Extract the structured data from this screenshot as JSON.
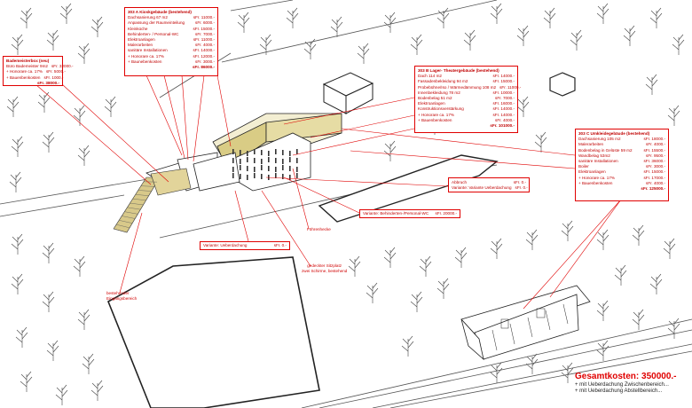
{
  "box_a": {
    "title": "303 A   Kiosk­gebäude (bestehend)",
    "rows": [
      [
        "Dachsanierung   67 m2",
        "sFr. 11000.-"
      ],
      [
        "Anpassung der Raumeinteilung",
        "sFr. 6000.-"
      ],
      [
        "Kleinküche",
        "sFr. 15000.-"
      ],
      [
        "Behinderten- / Personal-WC",
        "sFr. 7000.-"
      ],
      [
        "Elektroanlagen",
        "sFr. 11000.-"
      ],
      [
        "Malerarbeiten",
        "sFr. 4000.-"
      ],
      [
        "sanitäre Installationen",
        "sFr. 14000.-"
      ],
      [
        "+ Honorare ca. 17%",
        "sFr. 12000.-"
      ],
      [
        "+ Baunebenkosten",
        "sFr. 3000.-"
      ],
      [
        "",
        "sFr. 86000.-"
      ]
    ]
  },
  "box_left": {
    "title": "Bademeisterbox (neu)",
    "rows": [
      [
        "Büro Bademeister  9m2",
        "sFr. 32000.-"
      ],
      [
        "+ Honorare ca. 17%",
        "sFr. 5000.-"
      ],
      [
        "+ Bauenbenkosten",
        "sFr. 1000.-"
      ],
      [
        "",
        "sFr. 38000.-"
      ]
    ]
  },
  "box_b": {
    "title": "303 B   Lager- Theatergebäude (bestehend)",
    "rows": [
      [
        "Dach   114 m2",
        "sFr. 14000.-"
      ],
      [
        "Fassadenbekleidung   94 m2",
        "sFr. 15000.-"
      ],
      [
        "Probebühne/Iso / Wärmedämmung   108 m2",
        "sFr. 11000.-"
      ],
      [
        "Innenbekleidung   78 m2",
        "sFr. 10000.-"
      ],
      [
        "Bodenbelag   51 m2",
        "sFr. 7000.-"
      ],
      [
        "Elektroanlagen",
        "sFr. 16000.-"
      ],
      [
        "Konstruktionsverstärkung",
        "sFr. 14000.-"
      ],
      [
        "+ Honorare ca. 17%",
        "sFr. 14000.-"
      ],
      [
        "+ Bauenbenkosten",
        "sFr. 4000.-"
      ],
      [
        "",
        "sFr. 101000.-"
      ]
    ]
  },
  "box_c": {
    "title": "303 C   Umkleidegebäude (bestehend)",
    "rows": [
      [
        "Dachsanierung   105 m2",
        "sFr. 18000.-"
      ],
      [
        "Malerarbeiten",
        "sFr. 4000.-"
      ],
      [
        "Bodenbelag in Gelüste   59 m2",
        "sFr. 15500.-"
      ],
      [
        "Wandbelag 53m2",
        "sFr. 9500.-"
      ],
      [
        "sanitäre Installationen",
        "sFr. 36000.-"
      ],
      [
        "Boiler",
        "sFr. 3000.-"
      ],
      [
        "Elektroanlagen",
        "sFr. 15000.-"
      ],
      [
        "+ Honorare ca. 17%",
        "sFr. 17000.-"
      ],
      [
        "+ Bauenbenkosten",
        "sFr. 4000.-"
      ],
      [
        "",
        "sFr. 125000.-"
      ]
    ]
  },
  "box_abbruch": {
    "rows": [
      [
        "Abbruch",
        "sFr. 0.-"
      ],
      [
        "Variante: Variante Ueberdachung",
        "sFr. 0.-"
      ]
    ]
  },
  "box_wc": {
    "rows": [
      [
        "Variante: Behinderten-/Personal-WC",
        "sFr. 20000.-"
      ]
    ]
  },
  "box_ueber": {
    "rows": [
      [
        "Variante: Ueberdachung",
        "sFr. 0.-"
      ]
    ]
  },
  "labels": {
    "foehrenhecke": "Föhrenhecke",
    "sitzplatz_1": "gedeckter Sitzplatz",
    "sitzplatz_2": "zwei Schirme, bestehend",
    "eingang_1": "bestehender",
    "eingang_2": "Eingangsbereich"
  },
  "totals": {
    "headline": "Gesamtkosten: 350000.-",
    "line1": "+ mit Ueberdachung Zwischenbereich...",
    "line2": "+ mit Ueberdachung Abstellbereich..."
  }
}
